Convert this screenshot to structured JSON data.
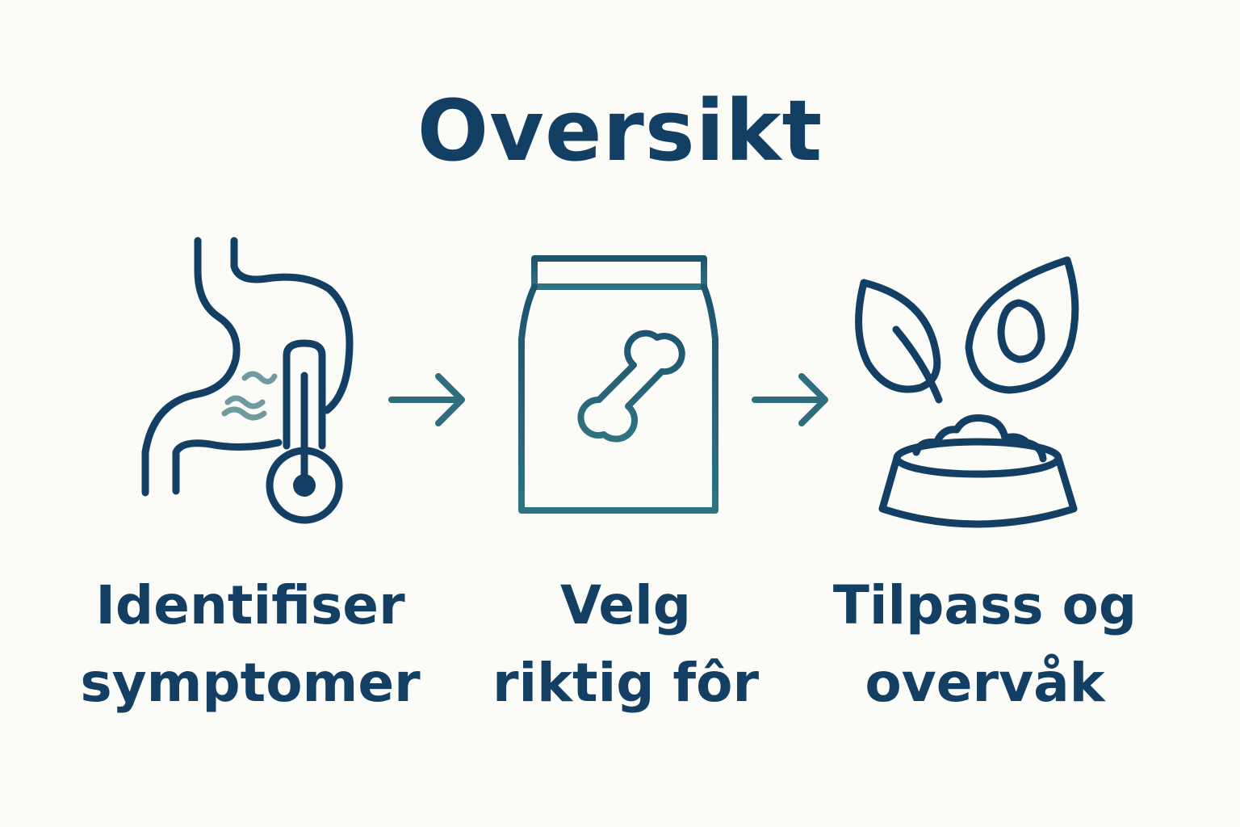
{
  "title": "Oversikt",
  "steps": [
    {
      "line1": "Identifiser",
      "line2": "symptomer",
      "icon": "stomach-thermometer-icon"
    },
    {
      "line1": "Velg",
      "line2": "riktig fôr",
      "icon": "food-bag-bone-icon"
    },
    {
      "line1": "Tilpass og",
      "line2": "overvåk",
      "icon": "leaves-bowl-icon"
    }
  ],
  "colors": {
    "navy": "#123f63",
    "teal": "#2e6e7e",
    "muted": "#6f9aa0",
    "background": "#fbfbf8"
  }
}
